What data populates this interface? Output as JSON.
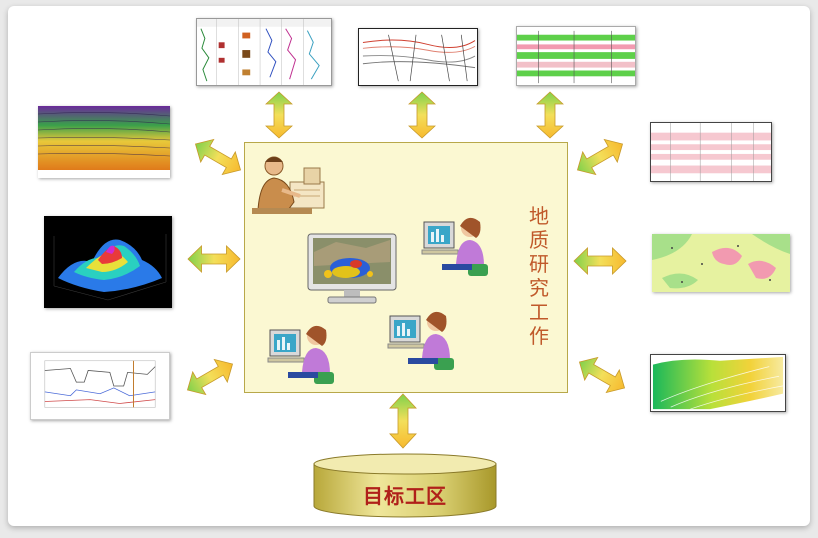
{
  "center": {
    "label_chars": [
      "地",
      "质",
      "研",
      "究",
      "工",
      "作"
    ]
  },
  "target": {
    "label": "目标工区"
  },
  "colors": {
    "center_fill": "#fbf8d2",
    "center_label": "#c0592a",
    "target_label": "#b0201a",
    "cylinder": "#d8ce70",
    "arrow_top": "#f7b92e",
    "arrow_mid": "#f3df5a",
    "arrow_end": "#7fd14b"
  },
  "thumbnails": [
    "well-log-panel",
    "seismic-section-sketch",
    "stratigraphic-correlation",
    "seismic-amplitude-section",
    "property-table-panel",
    "3d-surface-model",
    "attribute-contour-map",
    "production-curve-chart",
    "gradient-attribute-map"
  ]
}
